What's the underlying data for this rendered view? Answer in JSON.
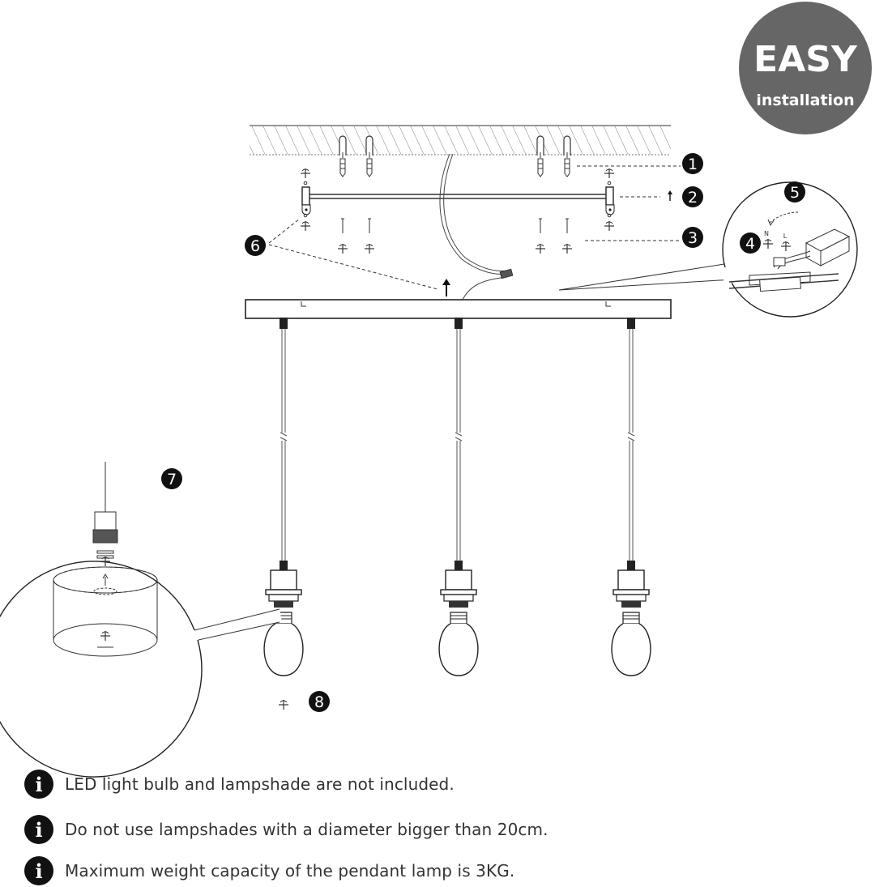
{
  "badge": {
    "title": "EASY",
    "subtitle": "installation",
    "color": "#666666"
  },
  "steps": [
    "1",
    "2",
    "3",
    "4",
    "5",
    "6",
    "7",
    "8"
  ],
  "wire_labels": {
    "neutral": "N",
    "live": "L"
  },
  "notes": [
    {
      "icon": "info-icon",
      "text": "LED light bulb and lampshade are not included."
    },
    {
      "icon": "info-icon",
      "text": "Do not use lampshades with a diameter bigger than 20cm."
    },
    {
      "icon": "info-icon",
      "text": "Maximum weight capacity of the pendant lamp is 3KG."
    }
  ]
}
